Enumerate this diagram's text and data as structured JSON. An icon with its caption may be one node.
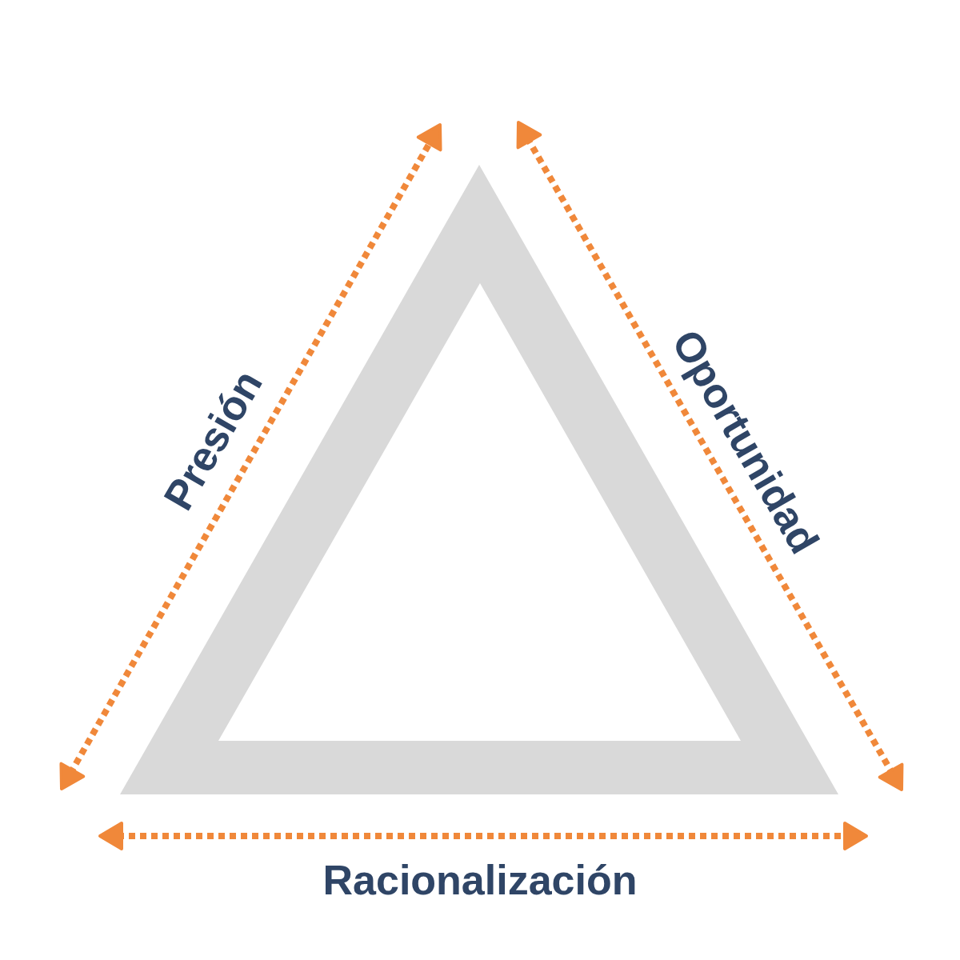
{
  "diagram": {
    "labels": [
      "Presión",
      "Oportunidad",
      "Racionalización"
    ]
  }
}
